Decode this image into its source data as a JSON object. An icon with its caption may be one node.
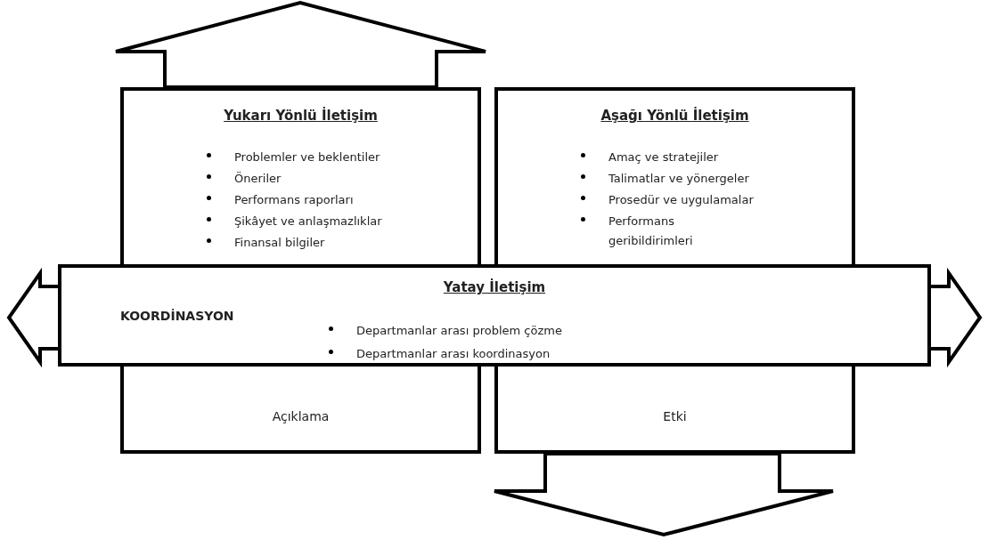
{
  "diagram": {
    "nodes": [
      {
        "text": [
          "Yukarı Yönlü İletişim",
          "Problemler ve beklentiler",
          "Öneriler",
          "Performans raporları",
          "Şikâyet ve anlaşmazlıklar",
          "Finansal bilgiler",
          "Açıklama"
        ]
      },
      {
        "text": [
          "Aşağı Yönlü İletişim",
          "Amaç ve stratejiler",
          "Talimatlar ve yönergeler",
          "Prosedür ve uygulamalar",
          "Performans geribildirimleri",
          "Etki"
        ]
      },
      {
        "text": [
          "Yatay İletişim",
          "KOORDİNASYON",
          "Departmanlar arası problem çözme",
          "Departmanlar arası koordinasyon"
        ]
      }
    ]
  }
}
